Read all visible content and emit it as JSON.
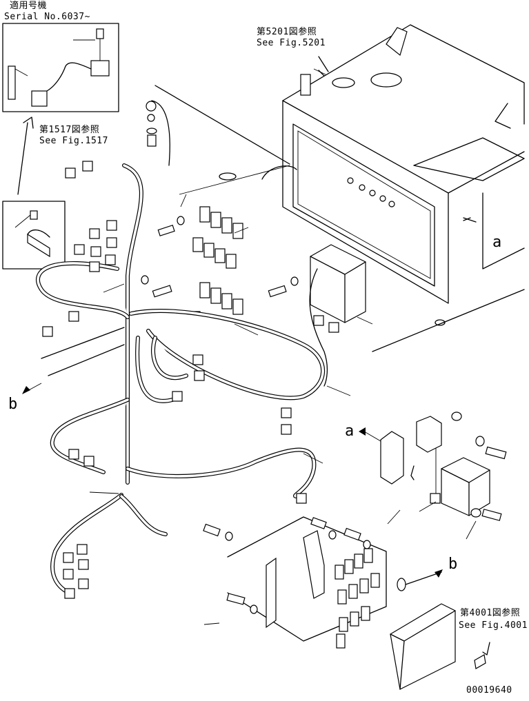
{
  "labels": {
    "applicable_model": "適用号機",
    "serial": "Serial No.6037~",
    "ref_5201_jp": "第5201図参照",
    "ref_5201_en": "See Fig.5201",
    "ref_1517_jp": "第1517図参照",
    "ref_1517_en": "See Fig.1517",
    "ref_4001_jp": "第4001図参照",
    "ref_4001_en": "See Fig.4001",
    "view_a": "a",
    "view_b": "b",
    "drawing_number": "00019640"
  }
}
